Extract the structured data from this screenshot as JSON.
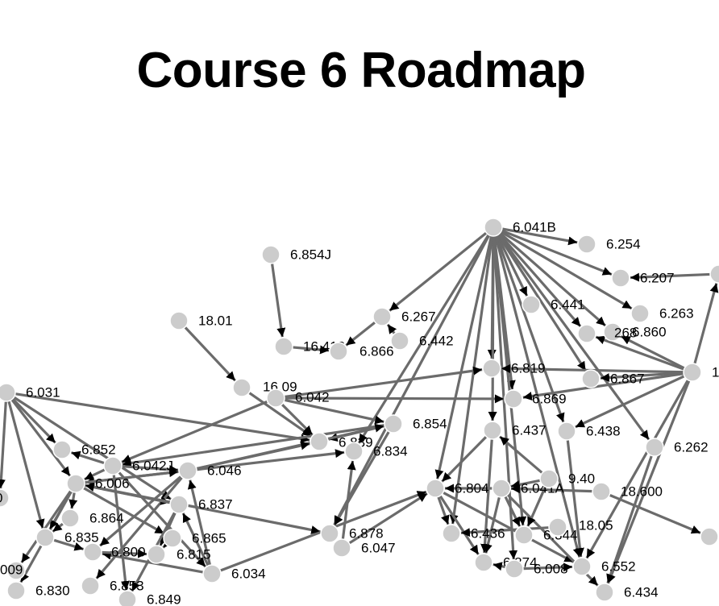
{
  "page": {
    "title": "Course 6 Roadmap"
  },
  "graph": {
    "node_color": "#cccccc",
    "edge_color": "#6b6b6b",
    "nodes": [
      {
        "id": "6.041B",
        "label": "6.041B"
      },
      {
        "id": "6.254",
        "label": "6.254"
      },
      {
        "id": "6.207",
        "label": "6.207"
      },
      {
        "id": "6.263",
        "label": "6.263"
      },
      {
        "id": "6.860",
        "label": "6.860"
      },
      {
        "id": "6.268",
        "label": "268"
      },
      {
        "id": "6.441",
        "label": "6.441"
      },
      {
        "id": "6.854J",
        "label": "6.854J"
      },
      {
        "id": "6.267",
        "label": "6.267"
      },
      {
        "id": "6.442",
        "label": "6.442"
      },
      {
        "id": "18.01",
        "label": "18.01"
      },
      {
        "id": "16.413",
        "label": "16.413"
      },
      {
        "id": "6.866",
        "label": "6.866"
      },
      {
        "id": "6.819",
        "label": "6.819"
      },
      {
        "id": "6.867",
        "label": "6.867"
      },
      {
        "id": "R1",
        "label": "1"
      },
      {
        "id": "6.031",
        "label": "6.031"
      },
      {
        "id": "16.09",
        "label": "16.09"
      },
      {
        "id": "6.042",
        "label": "6.042"
      },
      {
        "id": "6.869",
        "label": "6.869"
      },
      {
        "id": "6.854",
        "label": "6.854"
      },
      {
        "id": "6.839",
        "label": "6.839"
      },
      {
        "id": "6.834",
        "label": "6.834"
      },
      {
        "id": "6.437",
        "label": "6.437"
      },
      {
        "id": "6.438",
        "label": "6.438"
      },
      {
        "id": "6.262",
        "label": "6.262"
      },
      {
        "id": "6.852",
        "label": "6.852"
      },
      {
        "id": "6.042J",
        "label": "6.042J"
      },
      {
        "id": "6.046",
        "label": "6.046"
      },
      {
        "id": "6.006",
        "label": "6.006"
      },
      {
        "id": "L0",
        "label": "0"
      },
      {
        "id": "6.804",
        "label": "6.804"
      },
      {
        "id": "6.041A",
        "label": "6.041A"
      },
      {
        "id": "9.40",
        "label": "9.40"
      },
      {
        "id": "18.600",
        "label": "18.600"
      },
      {
        "id": "6.837",
        "label": "6.837"
      },
      {
        "id": "6.864",
        "label": "6.864"
      },
      {
        "id": "6.878",
        "label": "6.878"
      },
      {
        "id": "6.047",
        "label": "6.047"
      },
      {
        "id": "6.436",
        "label": "6.436"
      },
      {
        "id": "6.344",
        "label": "6.344"
      },
      {
        "id": "18.05",
        "label": "18.05"
      },
      {
        "id": "6.835",
        "label": "6.835"
      },
      {
        "id": "6.865",
        "label": "6.865"
      },
      {
        "id": "6.800",
        "label": "6.800"
      },
      {
        "id": "6.815",
        "label": "6.815"
      },
      {
        "id": "6.874",
        "label": "6.874"
      },
      {
        "id": "6.008",
        "label": "6.008"
      },
      {
        "id": "6.552",
        "label": "6.552"
      },
      {
        "id": "6.034",
        "label": "6.034"
      },
      {
        "id": "L009",
        "label": "009"
      },
      {
        "id": "6.830",
        "label": "6.830"
      },
      {
        "id": "6.853",
        "label": "6.853"
      },
      {
        "id": "6.849",
        "label": "6.849"
      },
      {
        "id": "6.434",
        "label": "6.434"
      },
      {
        "id": "B1",
        "label": ""
      },
      {
        "id": "R2",
        "label": ""
      }
    ],
    "edges": [
      [
        "6.041B",
        "6.254"
      ],
      [
        "6.041B",
        "6.207"
      ],
      [
        "6.041B",
        "6.263"
      ],
      [
        "6.041B",
        "6.860"
      ],
      [
        "6.041B",
        "6.268"
      ],
      [
        "6.041B",
        "6.441"
      ],
      [
        "6.041B",
        "6.267"
      ],
      [
        "6.041B",
        "6.819"
      ],
      [
        "6.041B",
        "6.869"
      ],
      [
        "6.041B",
        "6.867"
      ],
      [
        "6.041B",
        "6.437"
      ],
      [
        "6.041B",
        "6.438"
      ],
      [
        "6.041B",
        "6.262"
      ],
      [
        "6.041B",
        "6.834"
      ],
      [
        "6.041B",
        "6.804"
      ],
      [
        "6.041B",
        "6.344"
      ],
      [
        "6.041B",
        "6.552"
      ],
      [
        "6.041B",
        "6.436"
      ],
      [
        "6.041B",
        "6.878"
      ],
      [
        "6.041B",
        "6.008"
      ],
      [
        "6.854J",
        "16.413"
      ],
      [
        "6.267",
        "6.866"
      ],
      [
        "6.442",
        "6.267"
      ],
      [
        "16.413",
        "6.866"
      ],
      [
        "18.01",
        "16.09"
      ],
      [
        "16.09",
        "6.839"
      ],
      [
        "16.09",
        "6.413"
      ],
      [
        "6.042",
        "6.819"
      ],
      [
        "6.042",
        "6.839"
      ],
      [
        "6.042",
        "6.869"
      ],
      [
        "6.042",
        "6.854"
      ],
      [
        "6.042",
        "6.042J"
      ],
      [
        "6.031",
        "6.839"
      ],
      [
        "6.031",
        "6.852"
      ],
      [
        "6.031",
        "6.006"
      ],
      [
        "6.031",
        "6.837"
      ],
      [
        "6.031",
        "6.835"
      ],
      [
        "6.031",
        "L0"
      ],
      [
        "6.854",
        "6.839"
      ],
      [
        "6.854",
        "6.878"
      ],
      [
        "6.854",
        "6.042J"
      ],
      [
        "R1",
        "6.819"
      ],
      [
        "R1",
        "6.867"
      ],
      [
        "R1",
        "6.869"
      ],
      [
        "R1",
        "6.268"
      ],
      [
        "R1",
        "6.438"
      ],
      [
        "R1",
        "6.434"
      ],
      [
        "R1",
        "6.552"
      ],
      [
        "R1",
        "R2"
      ],
      [
        "R2",
        "6.207"
      ],
      [
        "R1",
        "6.860"
      ],
      [
        "6.046",
        "6.834"
      ],
      [
        "6.046",
        "6.854"
      ],
      [
        "6.046",
        "6.839"
      ],
      [
        "6.046",
        "6.006"
      ],
      [
        "6.046",
        "6.800"
      ],
      [
        "6.046",
        "6.853"
      ],
      [
        "6.006",
        "6.046"
      ],
      [
        "6.006",
        "6.837"
      ],
      [
        "6.006",
        "6.864"
      ],
      [
        "6.006",
        "6.830"
      ],
      [
        "6.006",
        "6.835"
      ],
      [
        "6.006",
        "6.865"
      ],
      [
        "6.006",
        "6.878"
      ],
      [
        "6.006",
        "L009"
      ],
      [
        "6.042J",
        "6.046"
      ],
      [
        "6.042J",
        "6.852"
      ],
      [
        "6.042J",
        "6.006"
      ],
      [
        "6.042J",
        "6.034"
      ],
      [
        "6.042J",
        "6.849"
      ],
      [
        "6.837",
        "6.006"
      ],
      [
        "6.837",
        "6.815"
      ],
      [
        "6.837",
        "6.849"
      ],
      [
        "6.034",
        "6.804"
      ],
      [
        "6.034",
        "6.800"
      ],
      [
        "6.034",
        "6.837"
      ],
      [
        "6.034",
        "6.046"
      ],
      [
        "6.804",
        "6.436"
      ],
      [
        "6.804",
        "6.874"
      ],
      [
        "6.804",
        "6.552"
      ],
      [
        "6.041A",
        "6.874"
      ],
      [
        "6.041A",
        "6.344"
      ],
      [
        "6.041A",
        "6.804"
      ],
      [
        "6.041A",
        "6.434"
      ],
      [
        "9.40",
        "6.041A"
      ],
      [
        "9.40",
        "6.437"
      ],
      [
        "9.40",
        "6.344"
      ],
      [
        "18.600",
        "6.041A"
      ],
      [
        "18.600",
        "B1"
      ],
      [
        "18.05",
        "6.436"
      ],
      [
        "6.437",
        "6.874"
      ],
      [
        "6.437",
        "6.804"
      ],
      [
        "6.438",
        "6.552"
      ],
      [
        "6.262",
        "6.434"
      ],
      [
        "6.047",
        "6.804"
      ],
      [
        "6.047",
        "6.834"
      ],
      [
        "6.835",
        "6.800"
      ],
      [
        "6.864",
        "6.835"
      ],
      [
        "6.865",
        "6.815"
      ],
      [
        "6.800",
        "6.815"
      ],
      [
        "6.008",
        "6.552"
      ],
      [
        "6.008",
        "6.874"
      ]
    ]
  }
}
